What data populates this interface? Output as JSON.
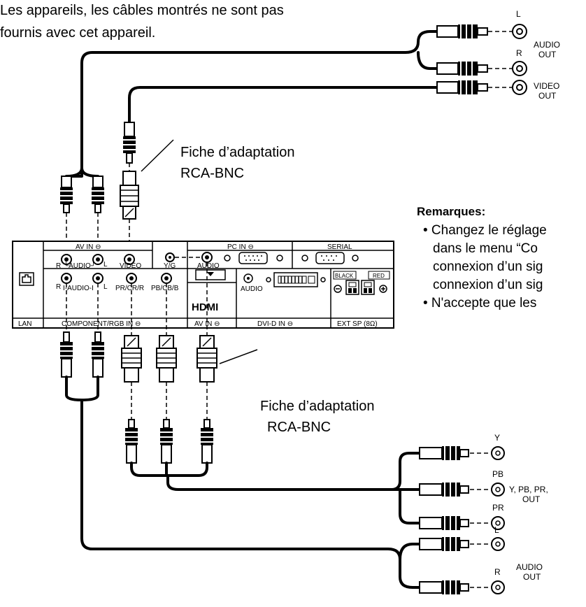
{
  "note": {
    "line1": "Les appareils, les câbles montrés ne sont pas",
    "line2": "fournis avec cet appareil."
  },
  "adapter_label_top": {
    "line1": "Fiche d’adaptation",
    "line2": "RCA-BNC"
  },
  "adapter_label_bottom": {
    "line1": "Fiche d’adaptation",
    "line2": "RCA-BNC"
  },
  "remarks": {
    "heading": "Remarques:",
    "line1": "• Changez le réglage",
    "line2": "dans le menu “Co",
    "line3": "connexion d’un sig",
    "line4": "connexion d’un sig",
    "line5": "• N'accepte que les"
  },
  "outputs_top": {
    "audio_l": "L",
    "audio_r": "R",
    "audio_label_1": "AUDIO",
    "audio_label_2": "OUT",
    "video_label_1": "VIDEO",
    "video_label_2": "OUT"
  },
  "outputs_bottom": {
    "y": "Y",
    "pb": "PB",
    "pr": "PR",
    "component_label_1": "Y,  PB, PR,",
    "component_label_2": "OUT",
    "audio_l": "L",
    "audio_r": "R",
    "audio_label_1": "AUDIO",
    "audio_label_2": "OUT"
  },
  "panel": {
    "av_in": "AV IN ⊖",
    "pc_in": "PC IN ⊖",
    "serial": "SERIAL",
    "audio_r": "R",
    "audio_word": "└AUDIO┘",
    "audio_l": "L",
    "video": "VIDEO",
    "yg": "Y/G",
    "audio": "AUDIO",
    "comp_r": "R",
    "comp_audio": "I-AUDIO-I",
    "comp_l": "L",
    "pr_label": "PR/CR/R",
    "pb_label": "PB/CB/B",
    "hdmi": "HDMI",
    "dvi_audio": "AUDIO",
    "black": "BLACK",
    "red": "RED",
    "lan": "LAN",
    "component_rgb_in": "COMPONENT/RGB IN ⊖",
    "av_in_2": "AV IN ⊖",
    "dvi_d_in": "DVI-D IN ⊖",
    "ext_sp": "EXT SP (8Ω)"
  }
}
